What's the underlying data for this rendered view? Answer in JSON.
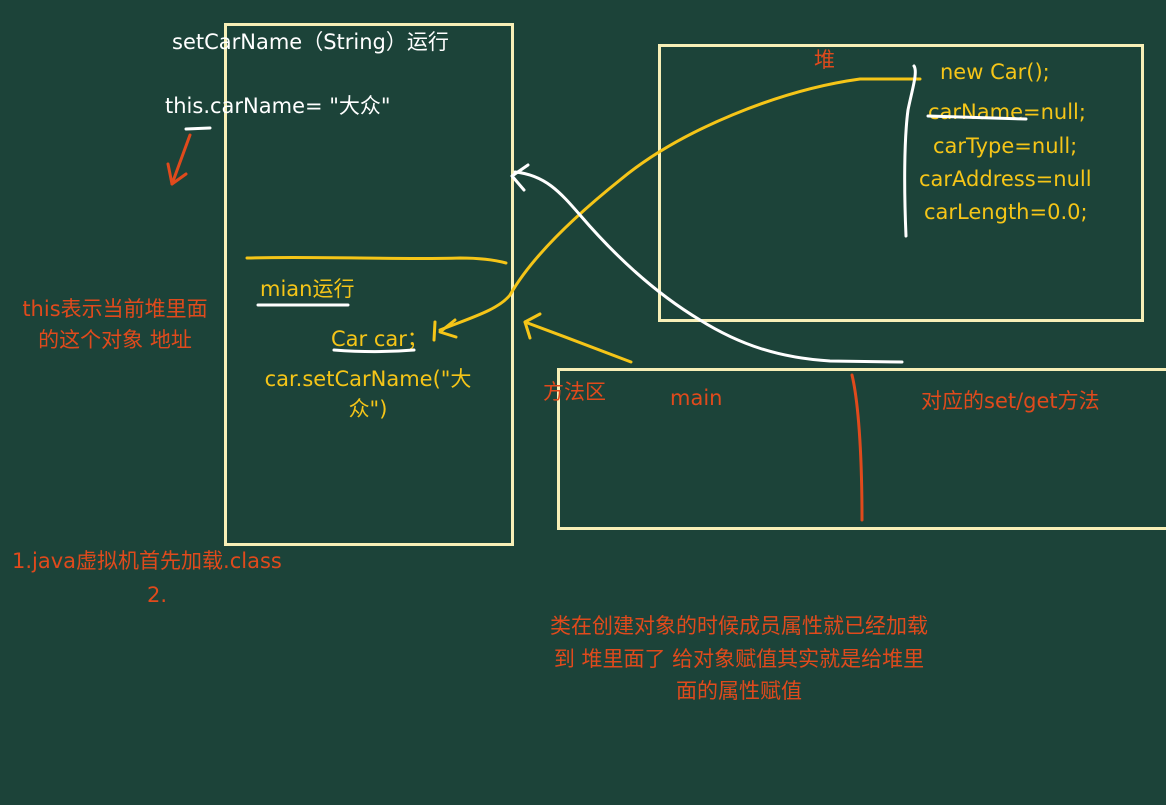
{
  "stack": {
    "method_title": "setCarName（String）运行",
    "assignment": "this.carName=  \"大众\"",
    "main_title": "mian运行",
    "car_decl": "Car car；",
    "car_call_1": "car.setCarName(\"大",
    "car_call_2": "众\")"
  },
  "heap": {
    "label": "堆",
    "new_car": "new Car();",
    "fields": [
      "carName=null;",
      "carType=null;",
      "carAddress=null",
      "carLength=0.0;"
    ]
  },
  "method_area": {
    "label": "方法区",
    "main": "main",
    "setget": "对应的set/get方法"
  },
  "notes": {
    "this_note_1": "this表示当前堆里面",
    "this_note_2": "的这个对象   地址",
    "load_1": "1.java虚拟机首先加载.class",
    "load_2": "2.",
    "bottom_1": "类在创建对象的时候成员属性就已经加载",
    "bottom_2": "到 堆里面了 给对象赋值其实就是给堆里",
    "bottom_3": "面的属性赋值"
  },
  "colors": {
    "background": "#1c4339",
    "box_border": "#f7efb7",
    "yellow": "#f5c518",
    "orange": "#e04a1c",
    "white": "#ffffff"
  }
}
